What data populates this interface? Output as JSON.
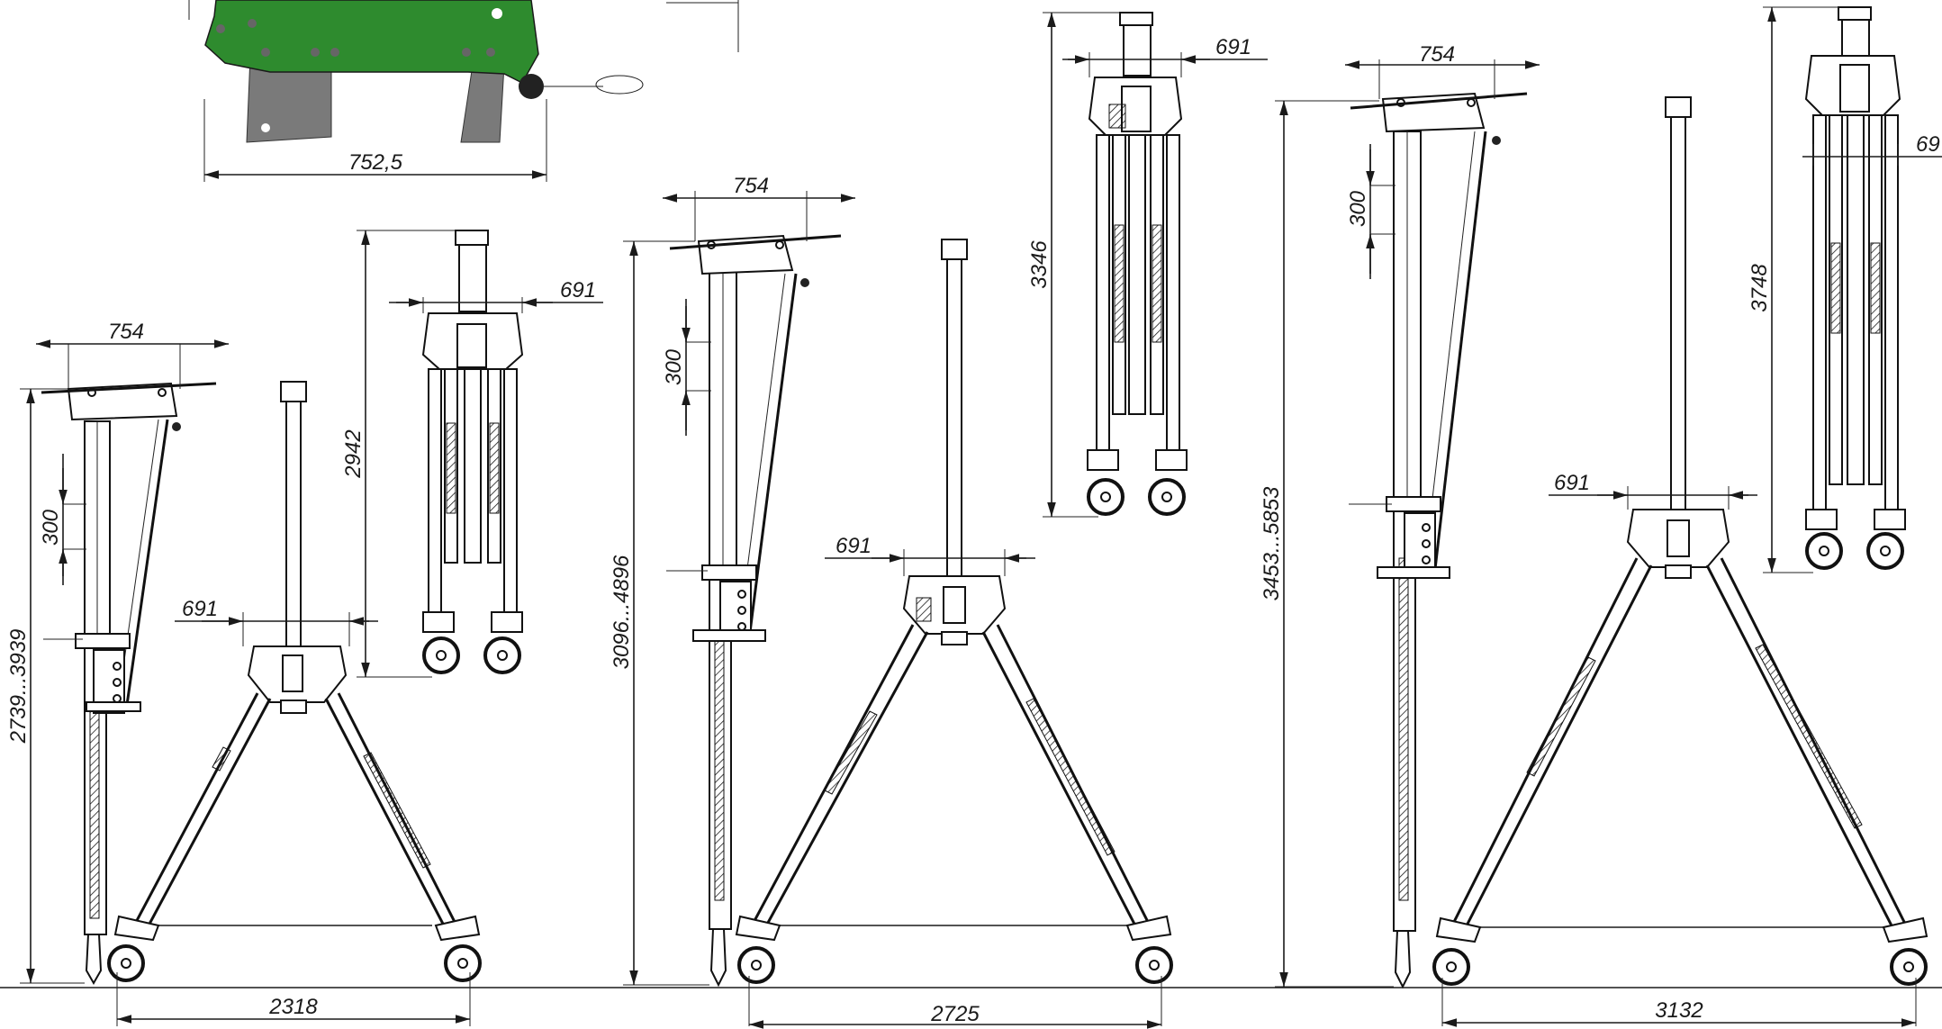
{
  "colors": {
    "line": "#1a1a1a",
    "detail_green": "#2e8b2e",
    "detail_grey": "#7a7a7a",
    "background": "#ffffff"
  },
  "detail": {
    "width_label": "752,5"
  },
  "gantry_small": {
    "beam_length": "754",
    "hole_spacing": "300",
    "height_range": "2739...3939",
    "top_width": "691",
    "folded_height": "2942",
    "folded_width": "691",
    "base_width": "2318"
  },
  "gantry_medium": {
    "beam_length": "754",
    "hole_spacing": "300",
    "height_range": "3096...4896",
    "top_width": "691",
    "folded_height": "3346",
    "folded_width": "691",
    "base_width": "2725"
  },
  "gantry_large": {
    "beam_length": "754",
    "hole_spacing": "300",
    "height_range": "3453...5853",
    "top_width": "691",
    "folded_height": "3748",
    "folded_width": "69",
    "base_width": "3132"
  }
}
